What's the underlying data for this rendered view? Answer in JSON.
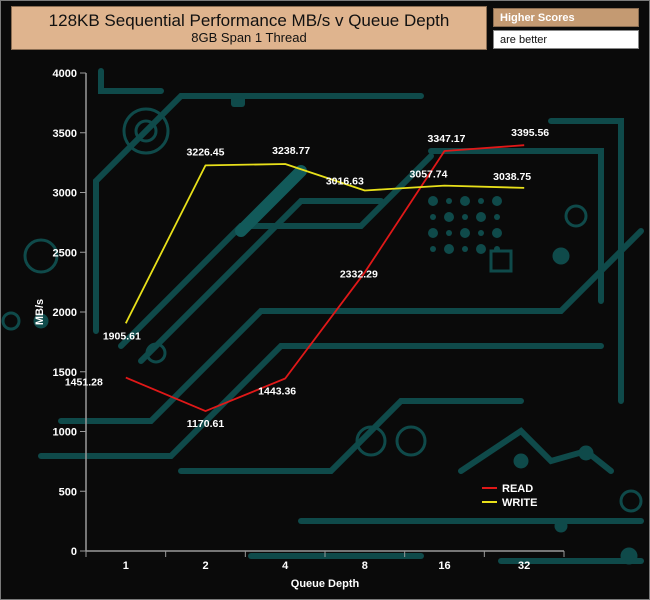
{
  "chart_data": {
    "type": "line",
    "title": "128KB Sequential Performance MB/s v Queue Depth",
    "subtitle": "8GB Span 1 Thread",
    "xlabel": "Queue Depth",
    "ylabel": "MB/s",
    "categories": [
      "1",
      "2",
      "4",
      "8",
      "16",
      "32"
    ],
    "ylim": [
      0,
      4000
    ],
    "yticks": [
      0,
      500,
      1000,
      1500,
      2000,
      2500,
      3000,
      3500,
      4000
    ],
    "series": [
      {
        "name": "READ",
        "color": "#e01818",
        "values": [
          1451.28,
          1170.61,
          1443.36,
          2332.29,
          3347.17,
          3395.56
        ],
        "labels": [
          "1451.28",
          "1170.61",
          "1443.36",
          "2332.29",
          "3347.17",
          "3395.56"
        ]
      },
      {
        "name": "WRITE",
        "color": "#e8e01a",
        "values": [
          1905.61,
          3226.45,
          3238.77,
          3016.63,
          3057.74,
          3038.75
        ],
        "labels": [
          "1905.61",
          "3226.45",
          "3238.77",
          "3016.63",
          "3057.74",
          "3038.75"
        ]
      }
    ],
    "legend": "bottom-right",
    "grid": false
  },
  "notes": {
    "line1": "Higher Scores",
    "line2": "are better"
  },
  "colors": {
    "title_bg": "#dfb48e",
    "note_bg": "#c49a72",
    "circuit": "#0f4a4a",
    "axis": "#9a9a9a"
  }
}
